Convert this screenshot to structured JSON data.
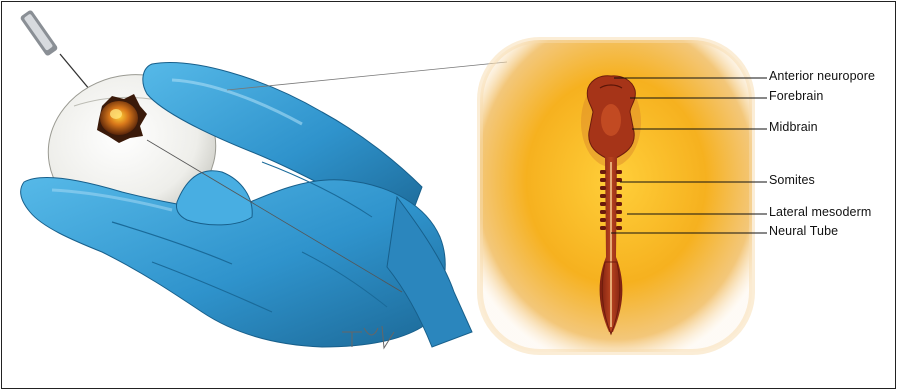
{
  "labels": {
    "anterior_neuropore": "Anterior neuropore",
    "forebrain": "Forebrain",
    "midbrain": "Midbrain",
    "somites": "Somites",
    "lateral_mesoderm": "Lateral mesoderm",
    "neural_tube": "Neural Tube"
  },
  "colors": {
    "glove": "#3aa3d8",
    "glove_dark": "#1f6e9f",
    "egg_shell": "#f2f2ee",
    "embryo_field": "#f5b21e",
    "embryo_tissue": "#a0301a"
  }
}
